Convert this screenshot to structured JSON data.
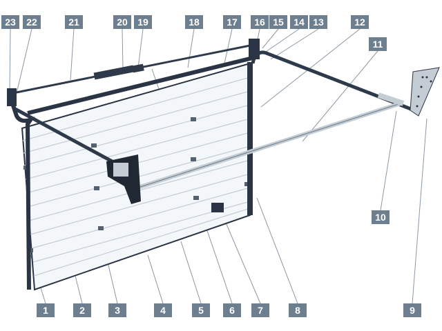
{
  "colors": {
    "frame": "#2a3444",
    "panel": "#f4f7fa",
    "panel_line": "#c5ccd4",
    "rail": "#2e3a4a",
    "bar": "#c4ccd4",
    "callout_bg": "#6d7f8f",
    "leader": "#8a97a4"
  },
  "callouts": [
    "1",
    "2",
    "3",
    "4",
    "5",
    "6",
    "7",
    "8",
    "9",
    "10",
    "11",
    "12",
    "13",
    "14",
    "15",
    "16",
    "17",
    "18",
    "19",
    "20",
    "21",
    "22",
    "23"
  ]
}
